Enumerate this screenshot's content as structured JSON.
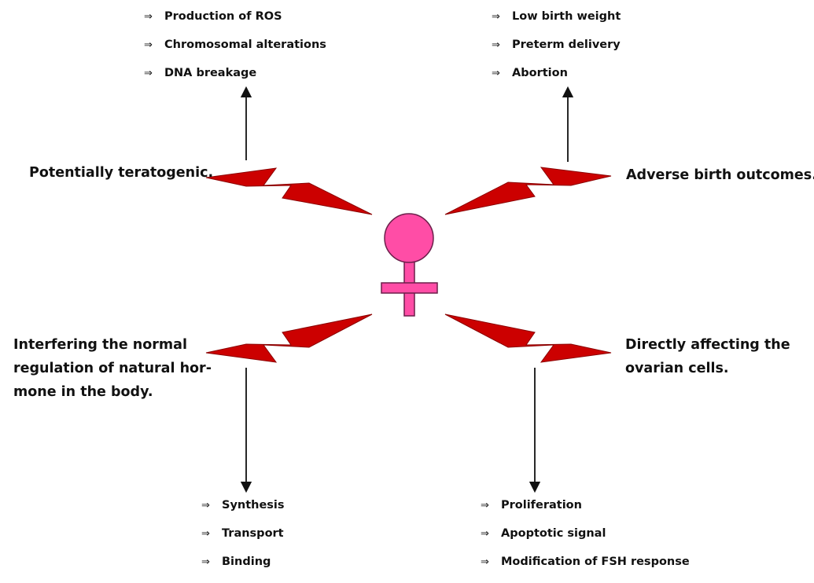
{
  "colors": {
    "bolt_fill": "#cc0000",
    "bolt_stroke": "#8b0000",
    "symbol_fill": "#ff4da6",
    "symbol_stroke": "#6b1f4a",
    "arrow": "#111111",
    "text": "#111111"
  },
  "bullet_symbol": "⇒",
  "center_symbol": "female-symbol",
  "top_left": {
    "effect_lines": [
      "Potentially teratogenic."
    ],
    "items": [
      "Production of ROS",
      "Chromosomal alterations",
      "DNA breakage"
    ]
  },
  "top_right": {
    "effect_lines": [
      "Adverse birth outcomes."
    ],
    "items": [
      "Low birth weight",
      "Preterm delivery",
      "Abortion"
    ]
  },
  "bottom_left": {
    "effect_lines": [
      "Interfering the normal",
      "regulation of natural hor-",
      "mone in the body."
    ],
    "items": [
      "Synthesis",
      "Transport",
      "Binding"
    ]
  },
  "bottom_right": {
    "effect_lines": [
      "Directly affecting the",
      "ovarian cells."
    ],
    "items": [
      "Proliferation",
      "Apoptotic signal",
      "Modification of FSH response"
    ]
  }
}
